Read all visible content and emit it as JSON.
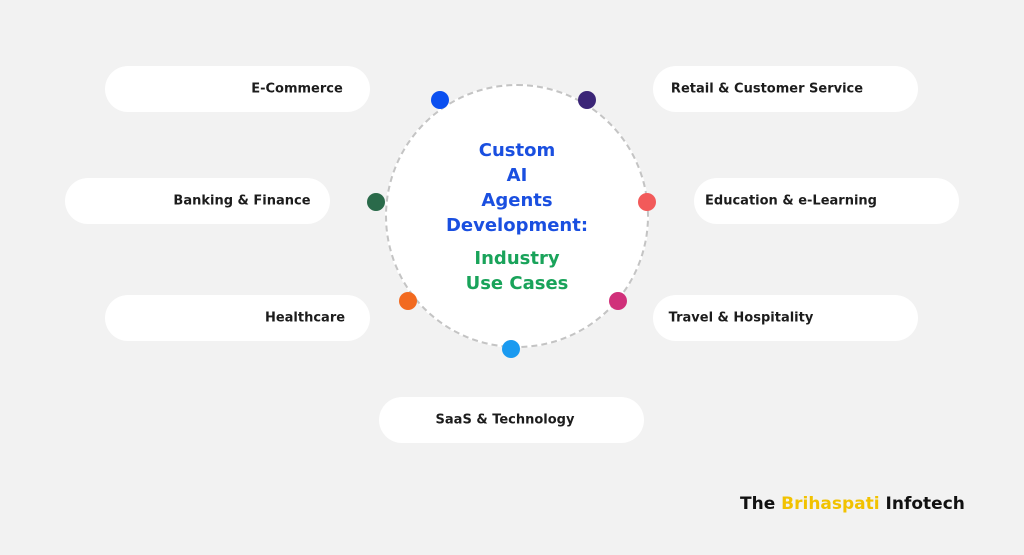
{
  "title": {
    "line1": "Custom",
    "line2": "AI",
    "line3": "Agents",
    "line4": "Development:",
    "sub1": "Industry",
    "sub2": "Use Cases"
  },
  "use_cases": [
    {
      "label": "E-Commerce",
      "color": "#0a4ff0"
    },
    {
      "label": "Retail & Customer Service",
      "color": "#3b2577"
    },
    {
      "label": "Banking & Finance",
      "color": "#2a6a4a"
    },
    {
      "label": "Education & e-Learning",
      "color": "#f25a5a"
    },
    {
      "label": "Healthcare",
      "color": "#f26a20"
    },
    {
      "label": "Travel & Hospitality",
      "color": "#d0307a"
    },
    {
      "label": "SaaS & Technology",
      "color": "#1a9af0"
    }
  ],
  "logo": {
    "part1": "The",
    "part2": "Brihaspati",
    "part3": "Infotech"
  }
}
